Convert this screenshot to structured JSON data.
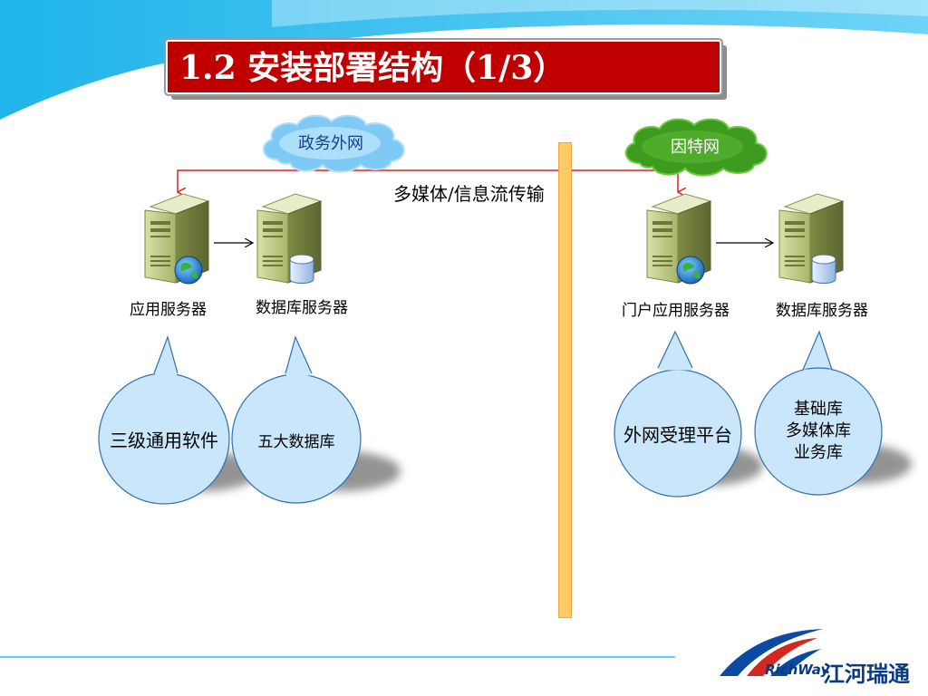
{
  "title": "1.2  安装部署结构（1/3）",
  "clouds": {
    "left": "政务外网",
    "right": "因特网"
  },
  "transfer_label": "多媒体/信息流传输",
  "left_servers": {
    "app_server": "应用服务器",
    "db_server": "数据库服务器"
  },
  "right_servers": {
    "portal_server": "门户应用服务器",
    "db_server": "数据库服务器"
  },
  "bubbles": {
    "software": "三级通用软件",
    "databases": "五大数据库",
    "platform": "外网受理平台",
    "libraries": [
      "基础库",
      "多媒体库",
      "业务库"
    ]
  },
  "logo": {
    "brand_en": "RichWay",
    "brand_cn": "江河瑞通"
  },
  "colors": {
    "title_bg": "#c00000",
    "left_cloud": "#8fd3ff",
    "right_cloud": "#3d9b1f",
    "bubble_fill": "#c9e6fa",
    "divider": "#ffc966",
    "connector": "#e02020"
  }
}
